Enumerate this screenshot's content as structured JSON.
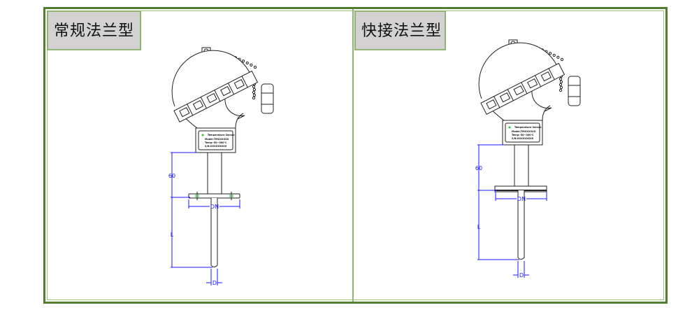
{
  "panels": [
    {
      "title": "常规法兰型",
      "flange": "standard"
    },
    {
      "title": "快接法兰型",
      "flange": "quick"
    }
  ],
  "nameplate": {
    "line1": "Temperature Sensor",
    "line2": "Model:TMXXXXXX",
    "line3": "Temp:-50~300℃",
    "line4": "S/N:XXXXXXXXX"
  },
  "dimensions": {
    "insertion_upper": "60",
    "length": "L",
    "flange_diameter": "DN",
    "probe_diameter": "D"
  },
  "colors": {
    "frame": "#4f7f2c",
    "tab": "#d3d1d1",
    "dimension": "#1a1aff",
    "bolt": "#22cc22",
    "line": "#222222"
  }
}
